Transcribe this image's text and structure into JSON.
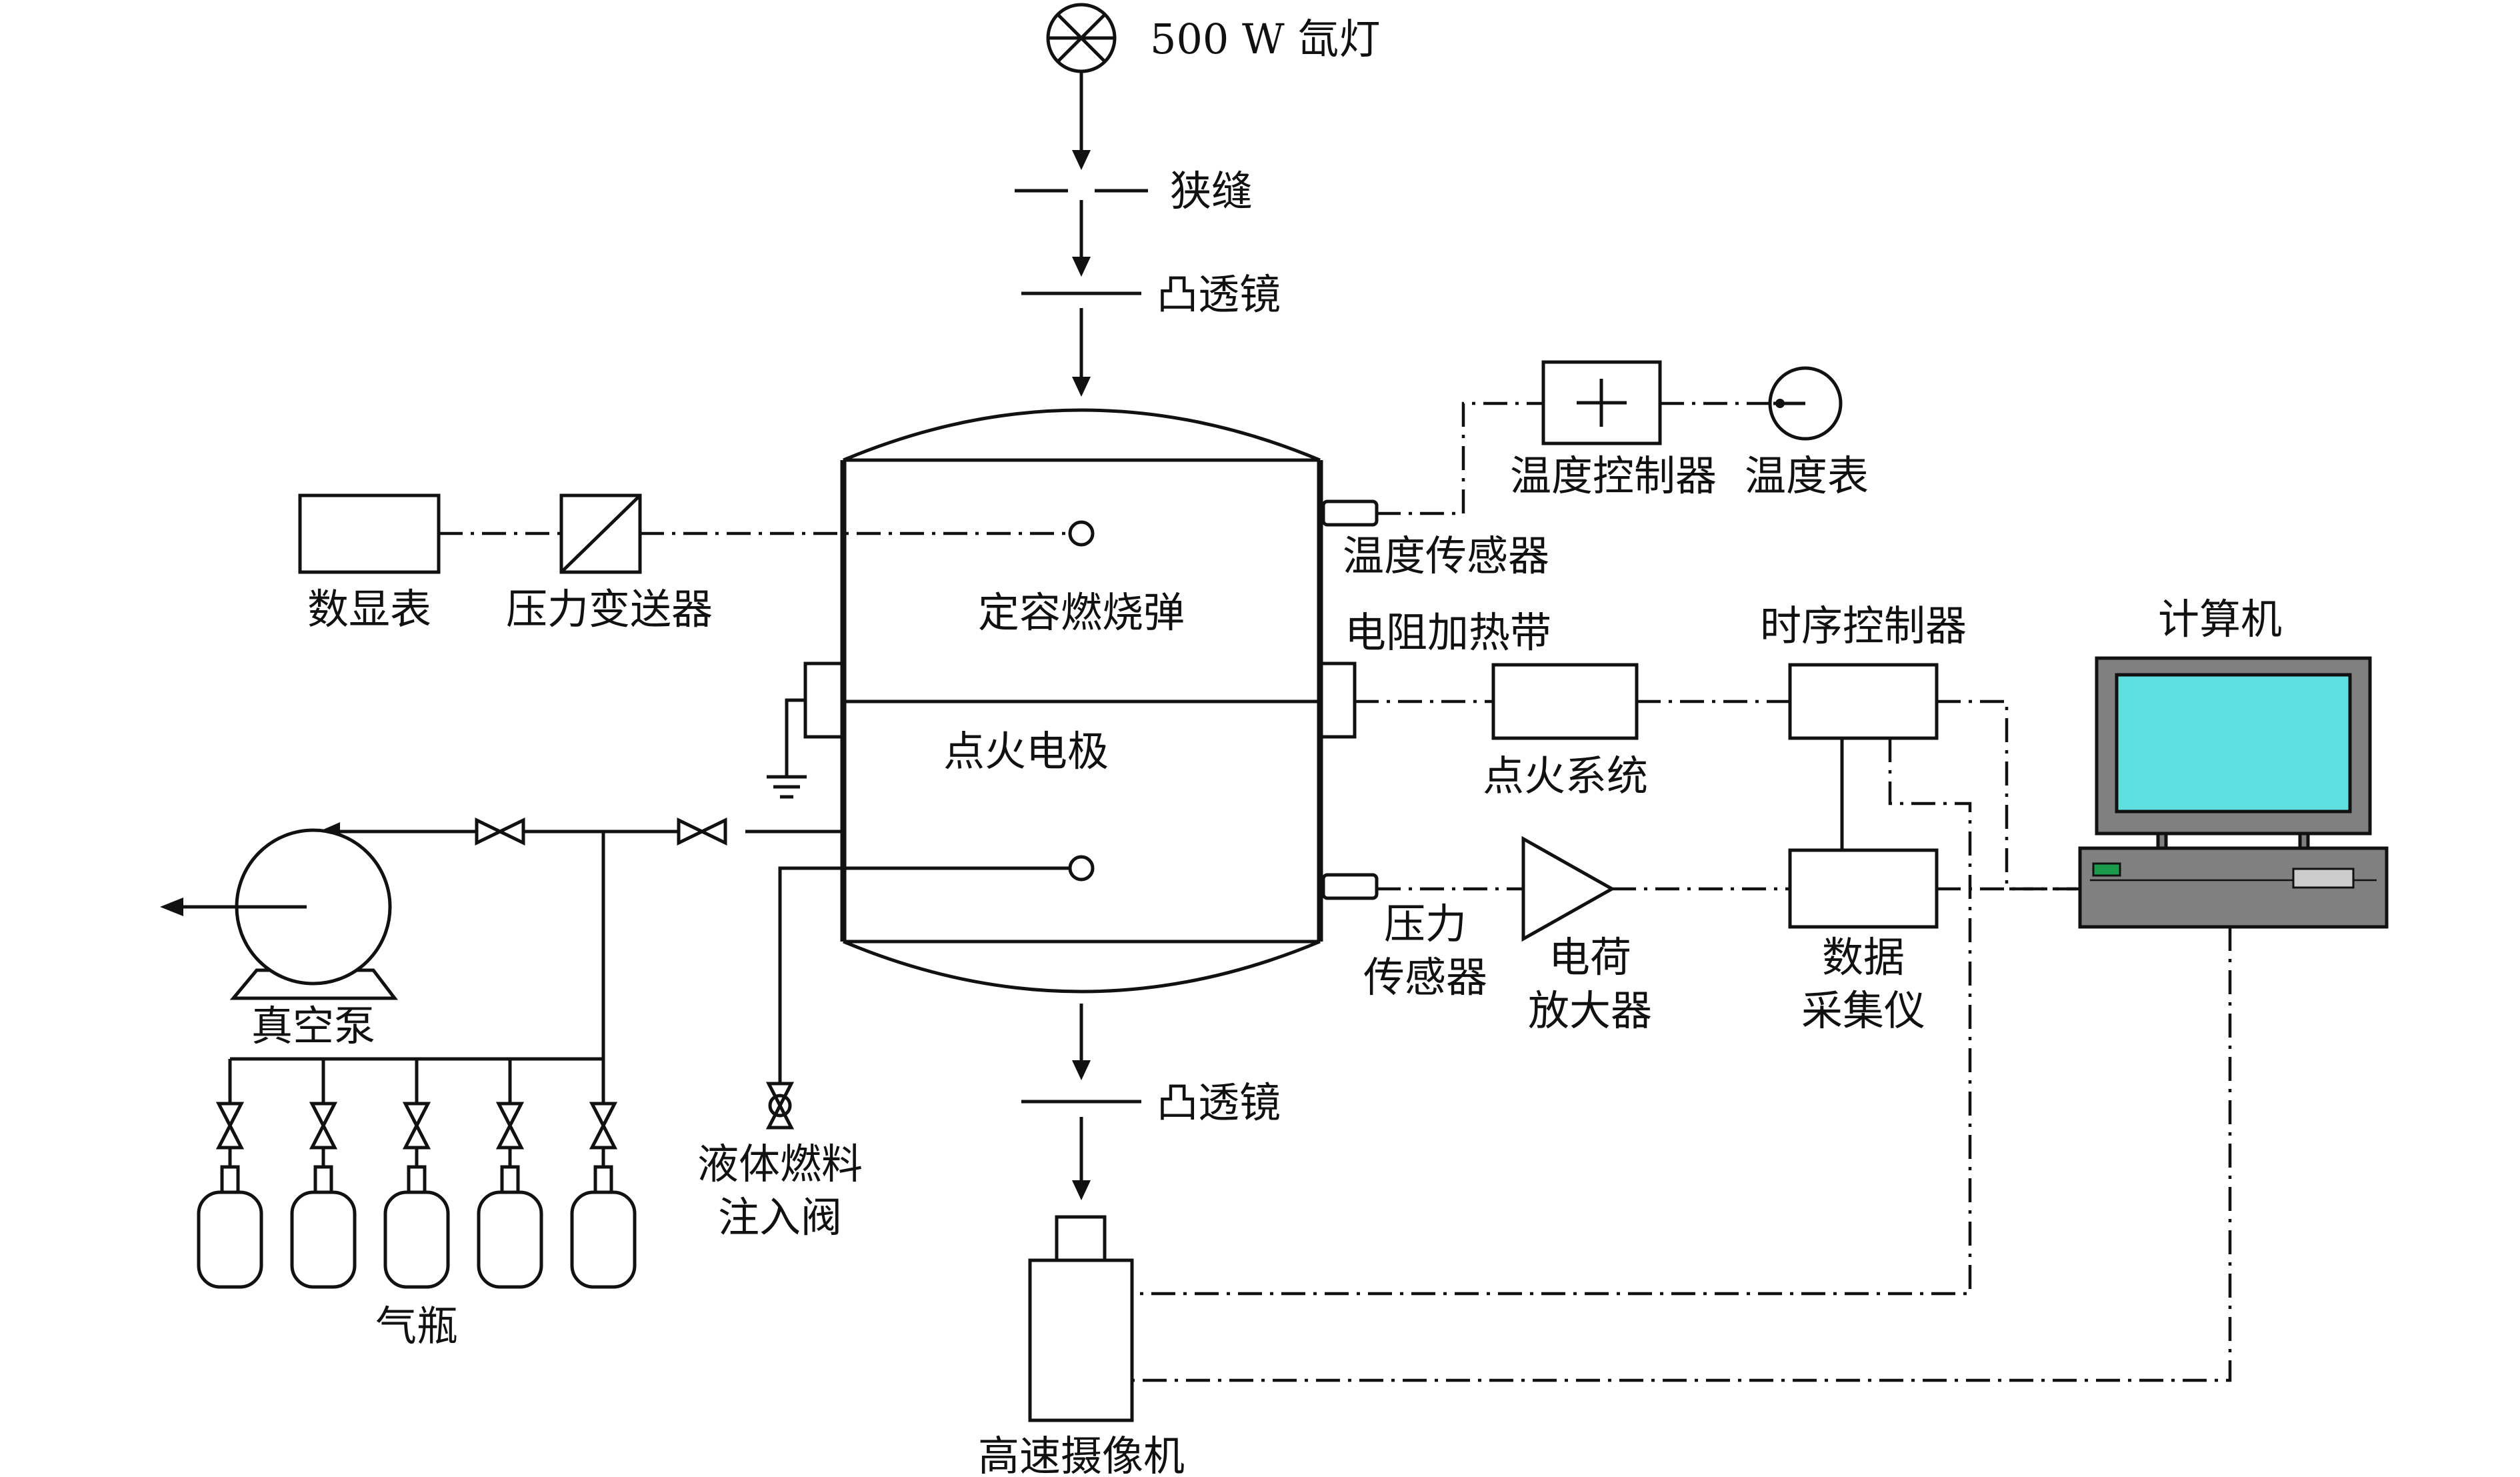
{
  "diagram": {
    "labels": {
      "lamp": "500 W 氙灯",
      "slit": "狭缝",
      "lens_top": "凸透镜",
      "lens_bottom": "凸透镜",
      "chamber": "定容燃烧弹",
      "ignition_electrode": "点火电极",
      "temp_controller": "温度控制器",
      "thermometer": "温度表",
      "temp_sensor": "温度传感器",
      "heating_belt": "电阻加热带",
      "digital_display": "数显表",
      "pressure_transmitter": "压力变送器",
      "timing_controller": "时序控制器",
      "ignition_system": "点火系统",
      "computer": "计算机",
      "pressure_sensor_1": "压力",
      "pressure_sensor_2": "传感器",
      "charge_amp_1": "电荷",
      "charge_amp_2": "放大器",
      "daq_1": "数据",
      "daq_2": "采集仪",
      "vacuum_pump": "真空泵",
      "fuel_valve_1": "液体燃料",
      "fuel_valve_2": "注入阀",
      "gas_cylinders": "气瓶",
      "high_speed_camera": "高速摄像机"
    },
    "colors": {
      "line": "#111111",
      "screen": "#5fe0e0",
      "monitor_body": "#808080",
      "indicator": "#1a9a4a"
    }
  }
}
